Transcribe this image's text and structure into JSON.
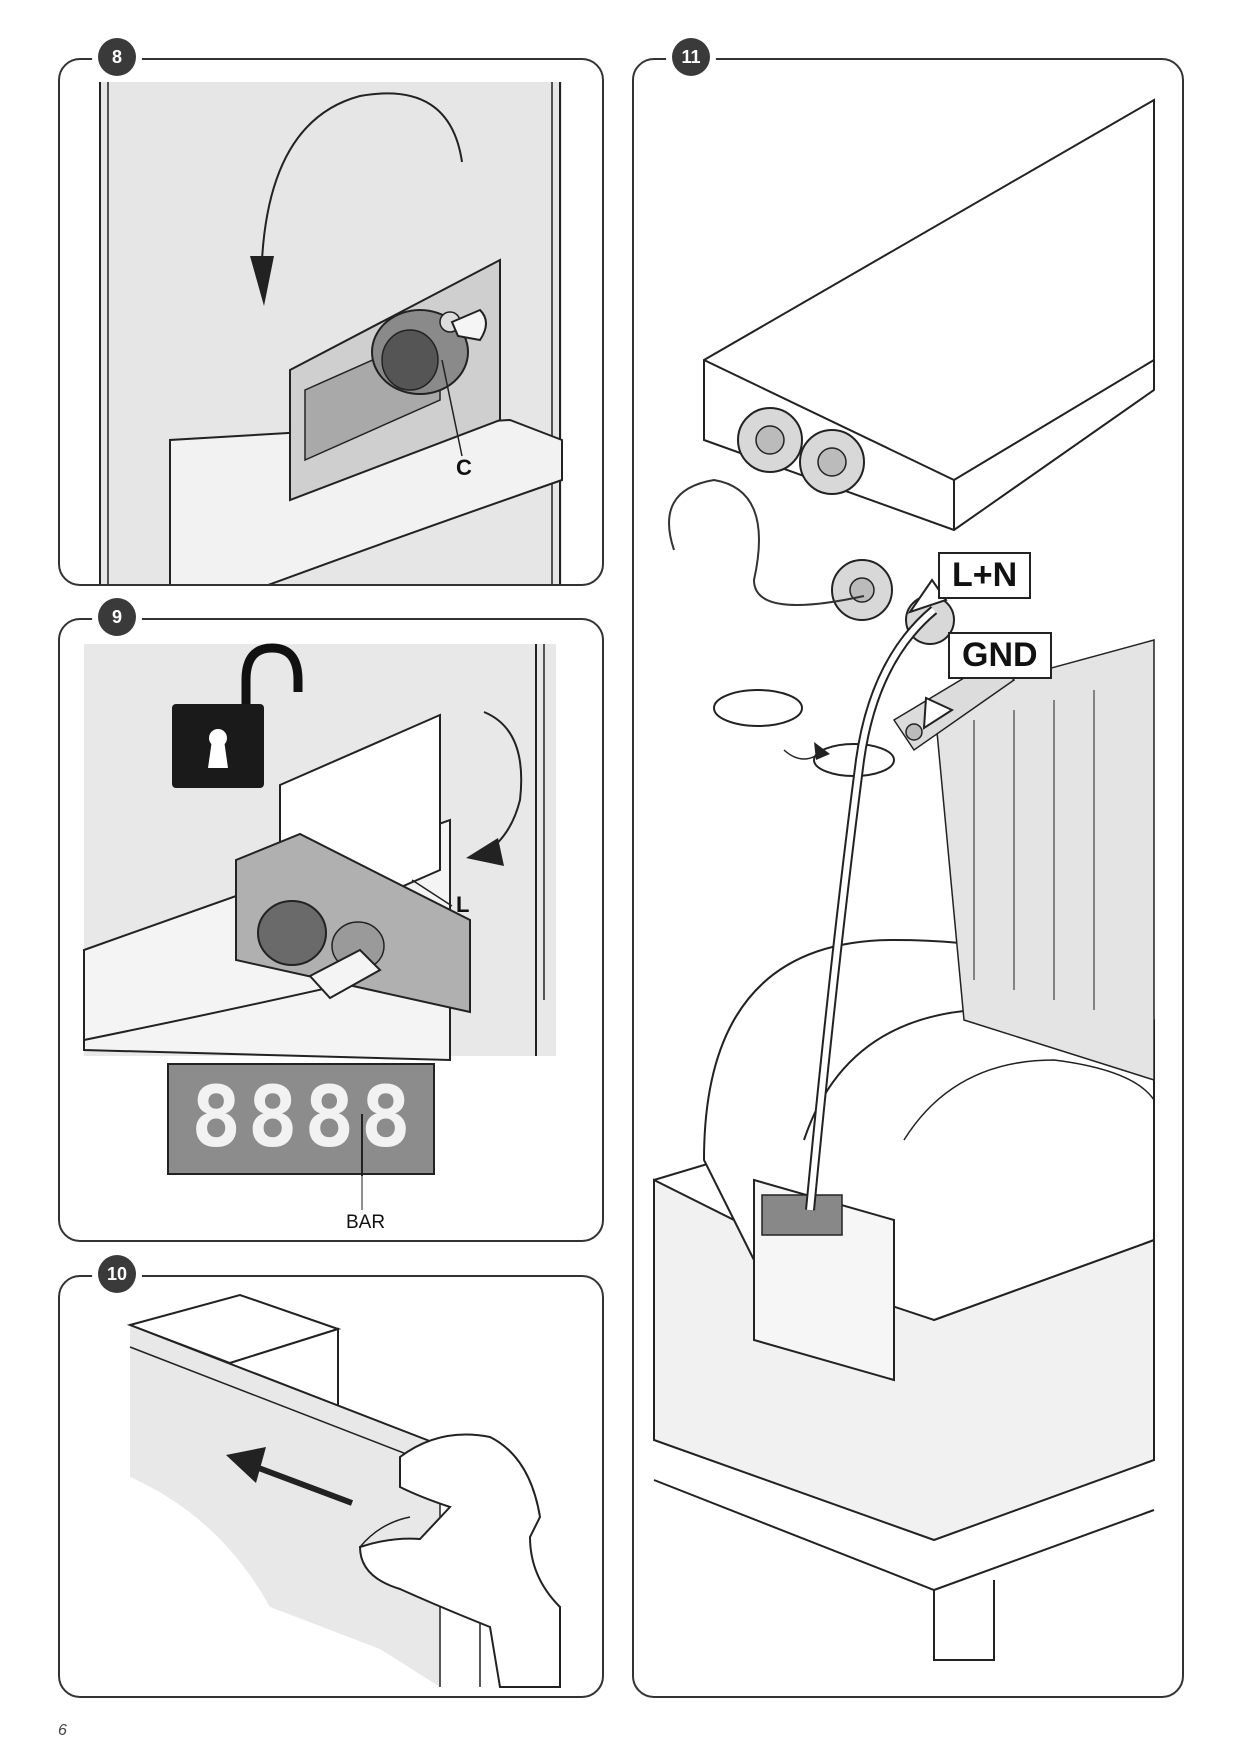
{
  "page_number": "6",
  "figures": [
    {
      "number": "8",
      "callouts": [
        "C"
      ]
    },
    {
      "number": "9",
      "callouts": [
        "L",
        "BAR"
      ],
      "display_digits": "8888"
    },
    {
      "number": "10",
      "callouts": []
    },
    {
      "number": "11",
      "callouts": [
        "L+N",
        "GND"
      ]
    }
  ],
  "icons": {
    "fig8": [
      "rotation-arrow-icon",
      "key-icon"
    ],
    "fig9": [
      "unlocked-padlock-icon",
      "rotation-arrow-icon",
      "key-icon"
    ],
    "fig10": [
      "push-arrow-icon",
      "hand-icon"
    ]
  },
  "colors": {
    "panel_border": "#333333",
    "badge_bg": "#3a3a3a",
    "surface_gray": "#e6e6e6",
    "display_bg": "#8c8c8c"
  }
}
